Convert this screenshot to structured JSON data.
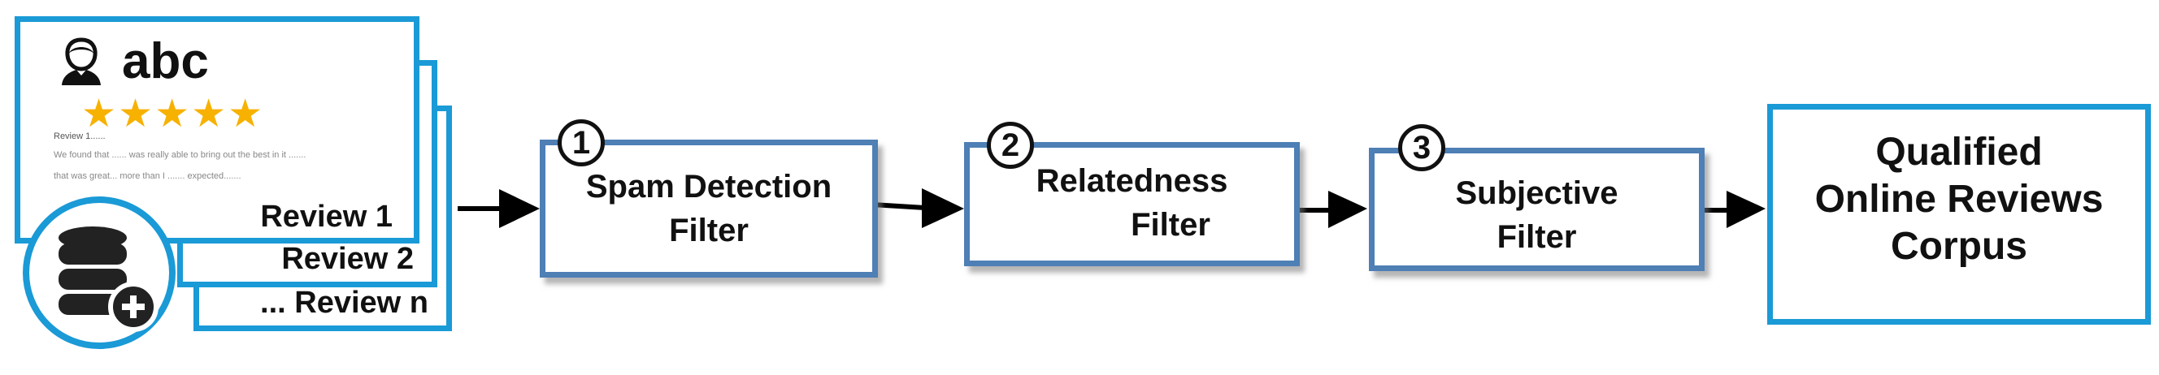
{
  "diagram": {
    "review_stack": {
      "username": "abc",
      "star_rating": 5,
      "review_title": "Review 1......",
      "review_text_lines": [
        "We found that ...... was really able to bring out the best in it .......",
        "that was great... more than I ....... expected......."
      ],
      "cards": [
        "Review 1",
        "Review 2",
        "... Review n"
      ]
    },
    "filters": [
      {
        "number": "1",
        "lines": [
          "Spam Detection",
          "Filter"
        ]
      },
      {
        "number": "2",
        "lines": [
          "Relatedness",
          "Filter"
        ]
      },
      {
        "number": "3",
        "lines": [
          "Subjective",
          "Filter"
        ]
      }
    ],
    "output": {
      "lines": [
        "Qualified",
        "Online Reviews",
        "Corpus"
      ]
    },
    "colors": {
      "card_border": "#1a9ad6",
      "filter_border": "#4e7fb5",
      "star": "#f7b100",
      "arrow": "#000000"
    },
    "icons": [
      "user-icon",
      "star-icon",
      "database-icon",
      "plus-icon",
      "arrow-icon"
    ]
  }
}
